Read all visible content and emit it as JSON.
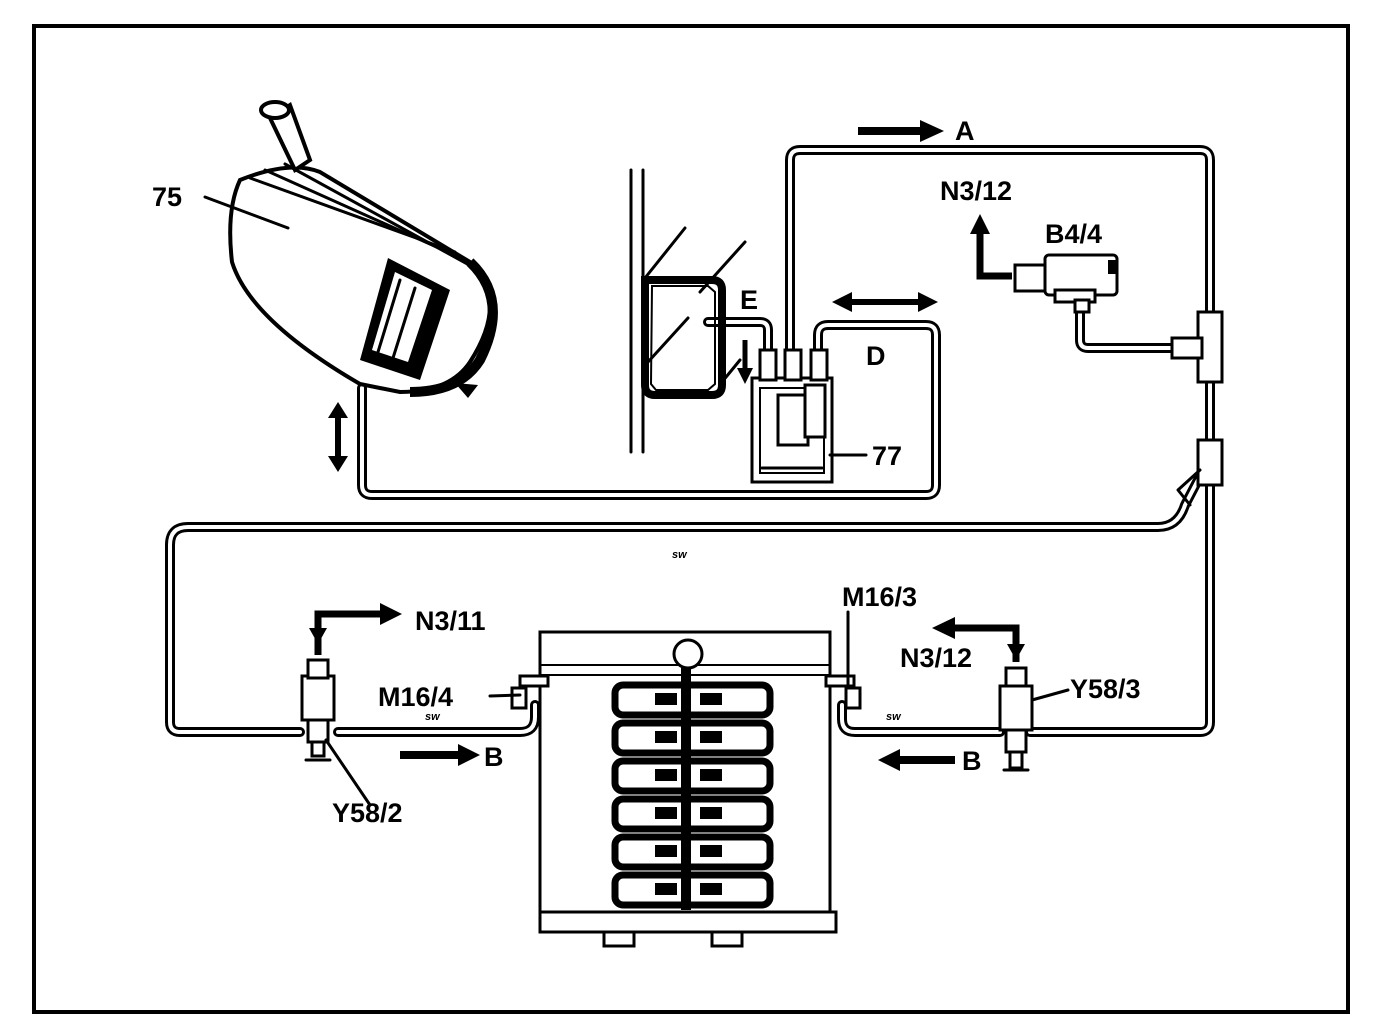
{
  "labels": {
    "tank": "75",
    "evap_canister": "77",
    "flow_a": "A",
    "flow_b_left": "B",
    "flow_b_right": "B",
    "flow_d": "D",
    "flow_e": "E",
    "pressure_sensor": "B4/4",
    "module_top": "N3/12",
    "module_right": "N3/12",
    "module_left": "N3/11",
    "actuator_left": "M16/4",
    "actuator_right": "M16/3",
    "valve_left": "Y58/2",
    "valve_right": "Y58/3",
    "wire_color_center": "sw",
    "wire_color_left": "sw",
    "wire_color_right": "sw"
  }
}
